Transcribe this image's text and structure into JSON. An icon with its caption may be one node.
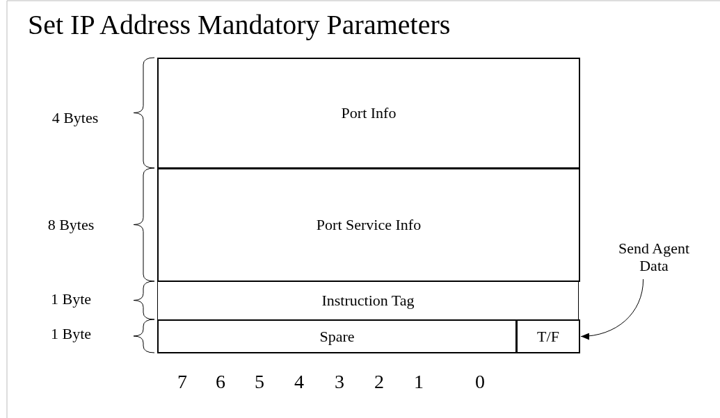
{
  "diagram": {
    "title": "Set IP Address Mandatory Parameters",
    "nodes": [
      {
        "text": [
          "Port Info"
        ]
      },
      {
        "text": [
          "Port Service Info"
        ]
      },
      {
        "text": [
          "Instruction Tag"
        ]
      },
      {
        "text": [
          "Spare"
        ]
      },
      {
        "text": [
          "T/F"
        ]
      },
      {
        "text": [
          "Send Agent Data"
        ]
      }
    ],
    "edges": [
      {
        "from": 5,
        "to": 4,
        "arrow": "to"
      }
    ],
    "labels": [
      "4 Bytes",
      "8 Bytes",
      "1 Byte",
      "1 Byte",
      "7",
      "6",
      "5",
      "4",
      "3",
      "2",
      "1",
      "0"
    ]
  }
}
